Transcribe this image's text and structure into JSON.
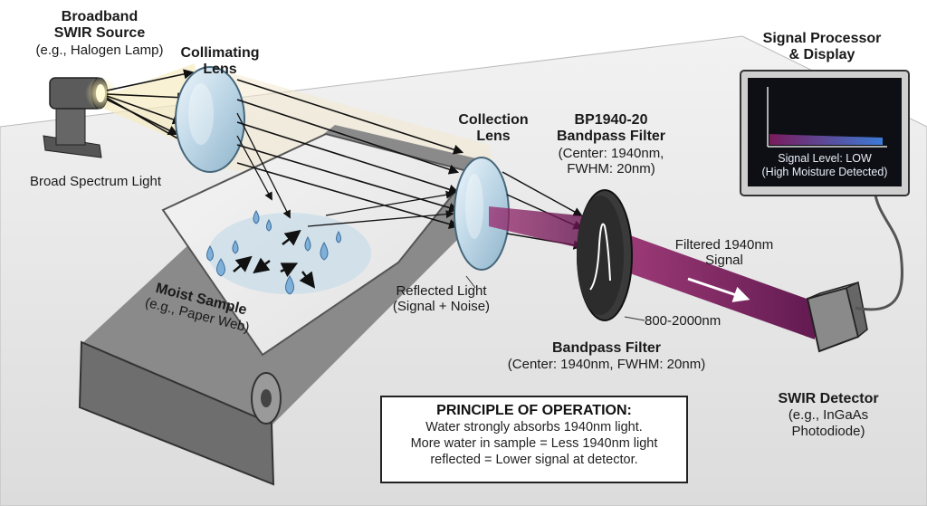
{
  "labels": {
    "source_title": [
      "Broadband",
      "SWIR Source"
    ],
    "source_sub": "(e.g., Halogen Lamp)",
    "collimating": [
      "Collimating",
      "Lens"
    ],
    "broad_light": "Broad Spectrum Light",
    "collection": [
      "Collection",
      "Lens"
    ],
    "filter_title": [
      "BP1940-20",
      "Bandpass Filter"
    ],
    "filter_sub": [
      "(Center: 1940nm,",
      "FWHM: 20nm)"
    ],
    "processor": [
      "Signal Processor",
      "& Display"
    ],
    "screen": [
      "Signal Level: LOW",
      "(High Moisture Detected)"
    ],
    "filtered": [
      "Filtered 1940nm",
      "Signal"
    ],
    "range": "800-2000nm",
    "reflected": [
      "Reflected Light",
      "(Signal + Noise)"
    ],
    "sample_title": "Moist Sample",
    "sample_sub": "(e.g., Paper Web)",
    "bandpass": "Bandpass Filter",
    "bandpass_sub": "(Center: 1940nm, FWHM: 20nm)",
    "detector": [
      "SWIR Detector",
      "(e.g., InGaAs",
      "Photodiode)"
    ]
  },
  "principle": {
    "title": "PRINCIPLE OF OPERATION:",
    "lines": [
      "Water strongly absorbs 1940nm light.",
      "More water in sample = Less 1940nm light",
      "reflected = Lower signal at detector."
    ]
  },
  "colors": {
    "beam": "#7a1a5c",
    "screen_bg": "#0d0f14",
    "spectrum_start": "#7a1a5c",
    "spectrum_end": "#3b7bd6"
  }
}
